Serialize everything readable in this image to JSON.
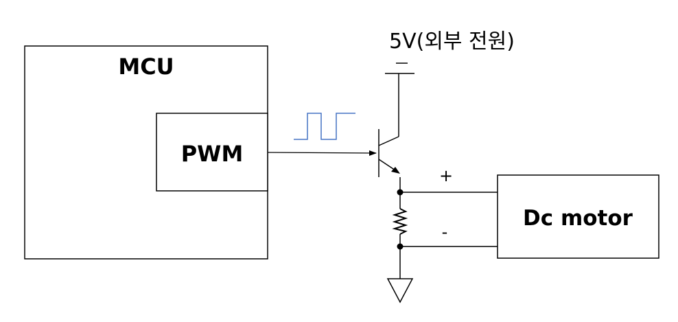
{
  "labels": {
    "mcu": "MCU",
    "pwm": "PWM",
    "supply": "5V(외부 전원)",
    "motor": "Dc motor",
    "plus": "+",
    "minus": "-"
  },
  "colors": {
    "line": "#000000",
    "signal": "#4472c4",
    "background": "#ffffff"
  }
}
